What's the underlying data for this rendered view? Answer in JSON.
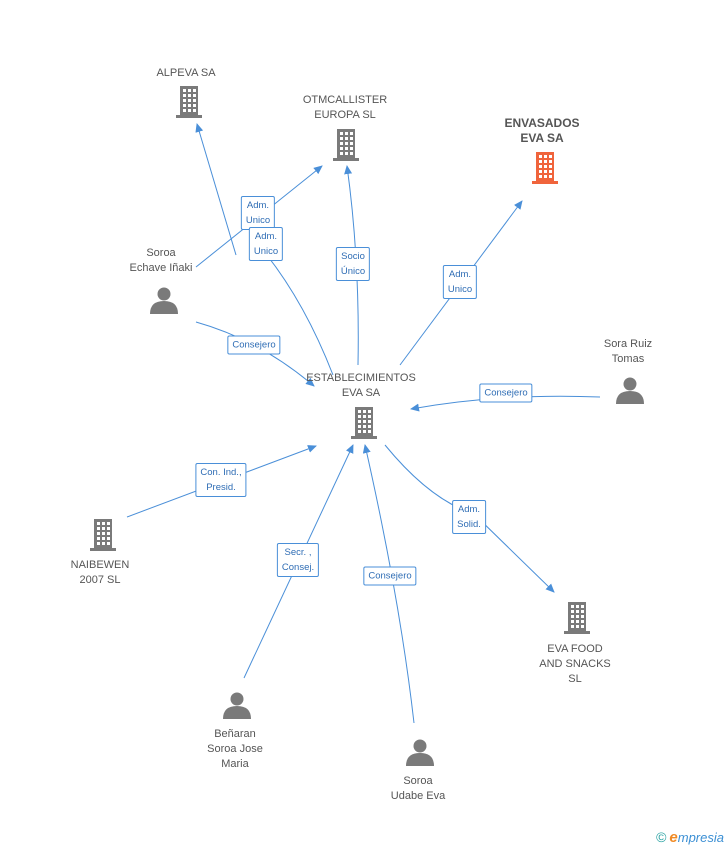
{
  "colors": {
    "edge": "#4a8fd8",
    "company_icon": "#7a7a7a",
    "company_highlight": "#f0643c",
    "person_icon": "#7a7a7a"
  },
  "nodes": [
    {
      "id": "alpeva",
      "type": "company",
      "lines": [
        "ALPEVA SA"
      ]
    },
    {
      "id": "otmcallister",
      "type": "company",
      "lines": [
        "OTMCALLISTER",
        "EUROPA SL"
      ]
    },
    {
      "id": "envasados",
      "type": "company",
      "highlight": true,
      "lines": [
        "ENVASADOS",
        "EVA SA"
      ]
    },
    {
      "id": "soroa_echave",
      "type": "person",
      "lines": [
        "Soroa",
        "Echave Iñaki"
      ]
    },
    {
      "id": "sora_ruiz",
      "type": "person",
      "lines": [
        "Sora Ruiz",
        "Tomas"
      ]
    },
    {
      "id": "establecimientos",
      "type": "company",
      "lines": [
        "ESTABLECIMIENTOS",
        "EVA SA"
      ]
    },
    {
      "id": "naibewen",
      "type": "company",
      "lines": [
        "NAIBEWEN",
        "2007 SL"
      ]
    },
    {
      "id": "eva_food",
      "type": "company",
      "lines": [
        "EVA FOOD",
        "AND SNACKS",
        "SL"
      ]
    },
    {
      "id": "benaran",
      "type": "person",
      "lines": [
        "Beñaran",
        "Soroa Jose",
        "Maria"
      ]
    },
    {
      "id": "soroa_udabe",
      "type": "person",
      "lines": [
        "Soroa",
        "Udabe Eva"
      ]
    }
  ],
  "edges": [
    {
      "from": "soroa_echave",
      "to": "alpeva",
      "lines": [
        "Adm.",
        "Unico"
      ]
    },
    {
      "from": "soroa_echave",
      "to": "otmcallister",
      "lines": [
        "Adm.",
        "Unico"
      ]
    },
    {
      "from": "establecimientos",
      "to": "alpeva",
      "lines": [
        "Adm.",
        "Unico"
      ]
    },
    {
      "from": "establecimientos",
      "to": "otmcallister",
      "lines": [
        "Socio",
        "Único"
      ]
    },
    {
      "from": "establecimientos",
      "to": "envasados",
      "lines": [
        "Adm.",
        "Unico"
      ]
    },
    {
      "from": "soroa_echave",
      "to": "establecimientos",
      "lines": [
        "Consejero"
      ]
    },
    {
      "from": "sora_ruiz",
      "to": "establecimientos",
      "lines": [
        "Consejero"
      ]
    },
    {
      "from": "naibewen",
      "to": "establecimientos",
      "lines": [
        "Con.  Ind.,",
        "Presid."
      ]
    },
    {
      "from": "establecimientos",
      "to": "eva_food",
      "lines": [
        "Adm.",
        "Solid."
      ]
    },
    {
      "from": "benaran",
      "to": "establecimientos",
      "lines": [
        "Secr. ,",
        "Consej."
      ]
    },
    {
      "from": "soroa_udabe",
      "to": "establecimientos",
      "lines": [
        "Consejero"
      ]
    }
  ],
  "footer": {
    "copyright": "©",
    "brand_initial": "e",
    "brand_rest": "mpresia"
  }
}
